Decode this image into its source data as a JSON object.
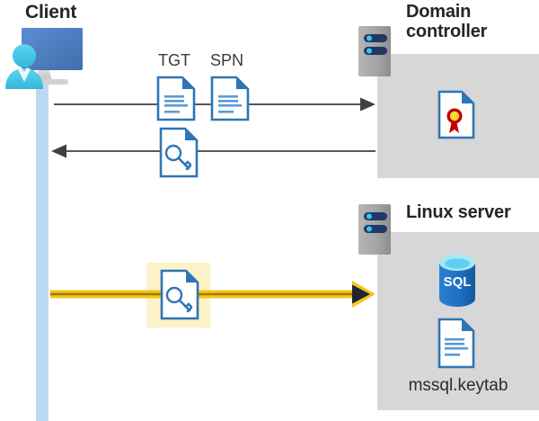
{
  "diagram": {
    "title_client": "Client",
    "title_domain_controller": "Domain\ncontroller",
    "title_domain_controller_line1": "Domain",
    "title_domain_controller_line2": "controller",
    "title_linux_server": "Linux server",
    "keytab_file_label": "mssql.keytab",
    "sql_icon_text": "SQL",
    "labels": {
      "tgt": "TGT",
      "spn": "SPN"
    },
    "flows": [
      {
        "id": "request",
        "direction": "right",
        "from": "client",
        "to": "domain-controller",
        "icons": [
          "tgt-document-icon",
          "spn-document-icon"
        ],
        "icon_labels": [
          "TGT",
          "SPN"
        ],
        "highlighted": false
      },
      {
        "id": "response",
        "direction": "left",
        "from": "domain-controller",
        "to": "client",
        "icons": [
          "key-document-icon"
        ],
        "icon_labels": [],
        "highlighted": false
      },
      {
        "id": "ticket-presentation",
        "direction": "right",
        "from": "client",
        "to": "linux-server",
        "icons": [
          "key-document-icon"
        ],
        "icon_labels": [],
        "highlighted": true
      }
    ],
    "nodes": [
      {
        "id": "client",
        "label": "Client",
        "icon": "user-computer-icon"
      },
      {
        "id": "domain-controller",
        "label": "Domain controller",
        "icon": "server-rack-icon",
        "contents": [
          "certificate-document-icon"
        ]
      },
      {
        "id": "linux-server",
        "label": "Linux server",
        "icon": "server-rack-icon",
        "contents": [
          "sql-database-icon",
          "keytab-document-icon"
        ]
      }
    ]
  },
  "colors": {
    "panel_grey": "#d7d7d7",
    "server_grey": "#a6a6a6",
    "server_navy": "#1f3864",
    "server_dot_cyan": "#2fc8ef",
    "lifeline_blue": "#bcd9f4",
    "doc_border_blue": "#2e75b6",
    "doc_fold_blue": "#2e75b6",
    "doc_line_blue": "#5b9bd5",
    "arrow_grey": "#404040",
    "highlight_yellow": "#fdf2c8",
    "arrow_yellow": "#f5c518",
    "arrow_yellow_dark": "#9c7c06",
    "arrowhead_navy": "#1f2430",
    "monitor_blue": "#4a7ebb",
    "person_cyan": "#45c8e8",
    "cert_red": "#c00000",
    "cert_gold": "#ffd24d",
    "sql_blue": "#1f6fc4",
    "sql_top_cyan": "#8fe0f5",
    "title_dark": "#252525"
  }
}
